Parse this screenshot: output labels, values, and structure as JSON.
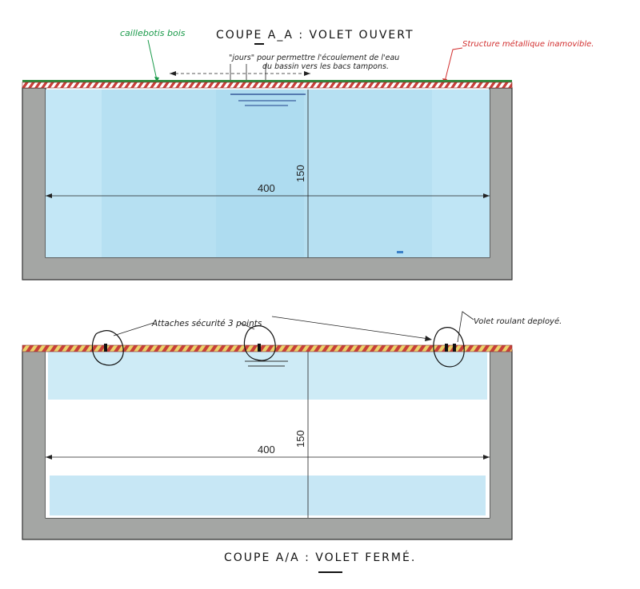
{
  "top_section": {
    "title": "COUPE A_A : VOLET OUVERT",
    "label_caillebotis": "caillebotis bois",
    "label_structure": "Structure métallique inamovible.",
    "note_jours_line1": "\"jours\" pour permettre l'écoulement de l'eau",
    "note_jours_line2": "du bassin vers les bacs tampons.",
    "dim_width": "400",
    "dim_depth": "150"
  },
  "bottom_section": {
    "title": "COUPE A/A : VOLET FERMÉ.",
    "label_attaches": "Attaches sécurité 3 points",
    "label_volet": "Volet roulant deployé.",
    "dim_width": "400",
    "dim_depth": "150"
  },
  "colors": {
    "concrete": "#a4a6a4",
    "water": "#b6e0f2",
    "green_deck": "#2e8b3e",
    "structure_red": "#c8403a",
    "label_green": "#1a9a4a",
    "label_red": "#d23030",
    "volet_yellow": "#e9d26a"
  }
}
